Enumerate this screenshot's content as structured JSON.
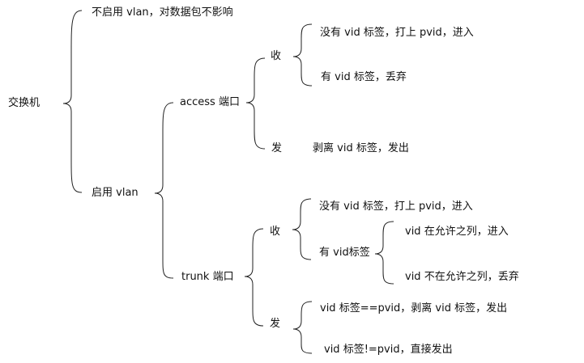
{
  "root": "交换机",
  "no_vlan": "不启用 vlan，对数据包不影响",
  "vlan": {
    "label": "启用 vlan",
    "access": {
      "label": "access 端口",
      "receive": {
        "label": "收",
        "untagged": "没有 vid 标签，打上 pvid，进入",
        "tagged": "有 vid 标签，丢弃"
      },
      "send": {
        "label": "发",
        "action": "剥离 vid 标签，发出"
      }
    },
    "trunk": {
      "label": "trunk 端口",
      "receive": {
        "label": "收",
        "untagged": "没有 vid 标签，打上 pvid，进入",
        "tagged": {
          "label": "有 vid标签",
          "allowed": "vid 在允许之列，进入",
          "not_allowed": "vid 不在允许之列，丢弃"
        }
      },
      "send": {
        "label": "发",
        "equal": "vid 标签==pvid，剥离 vid 标签，发出",
        "not_equal": "vid 标签!=pvid，直接发出"
      }
    }
  }
}
